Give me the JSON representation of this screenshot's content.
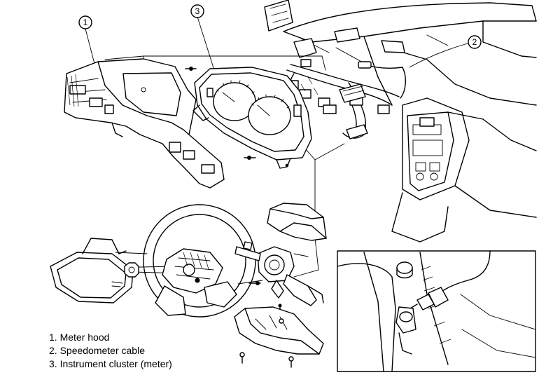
{
  "callouts": [
    {
      "number": "1"
    },
    {
      "number": "2"
    },
    {
      "number": "3"
    }
  ],
  "legend": [
    {
      "number": "1",
      "label": "Meter hood",
      "text": "1. Meter hood"
    },
    {
      "number": "2",
      "label": "Speedometer cable",
      "text": "2. Speedometer cable"
    },
    {
      "number": "3",
      "label": "Instrument cluster (meter)",
      "text": "3. Instrument cluster (meter)"
    }
  ]
}
